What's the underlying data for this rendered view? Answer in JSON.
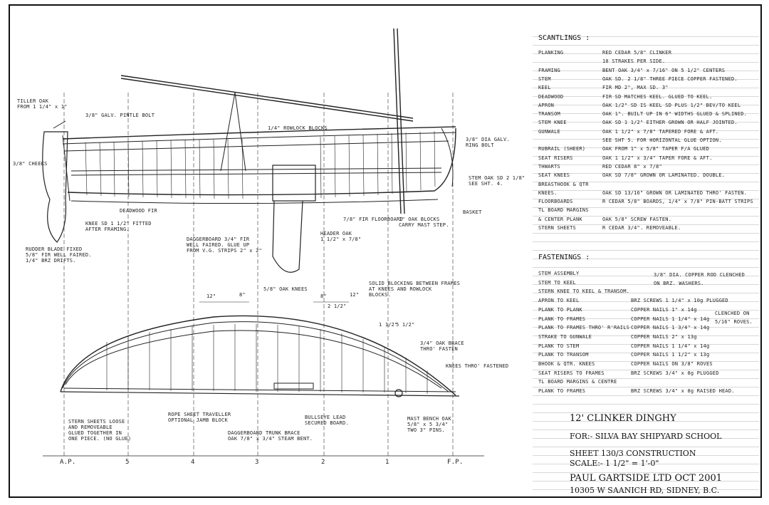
{
  "scantlings": {
    "heading": "SCANTLINGS :",
    "rows": [
      {
        "item": "PLANKING",
        "spec": "RED CEDAR 5/8\" CLINKER"
      },
      {
        "item": "",
        "spec": "10 STRAKES PER SIDE."
      },
      {
        "item": "FRAMING",
        "spec": "BENT OAK 3/4\" x 7/16\" ON 5 1/2\" CENTERS"
      },
      {
        "item": "STEM",
        "spec": "OAK SD. 2 1/8\" THREE PIECE COPPER FASTENED."
      },
      {
        "item": "KEEL",
        "spec": "FIR MD 2\", MAX SD. 3\""
      },
      {
        "item": "DEADWOOD",
        "spec": "FIR SD MATCHES KEEL. GLUED TO KEEL."
      },
      {
        "item": "APRON",
        "spec": "OAK 1/2\" SD IS KEEL SD PLUS 1/2\" BEV/TO KEEL"
      },
      {
        "item": "TRANSOM",
        "spec": "OAK 1\". BUILT UP IN 6\" WIDTHS GLUED & SPLINED."
      },
      {
        "item": "STEM KNEE",
        "spec": "OAK SD 1 1/2\" EITHER GROWN OR HALF JOINTED."
      },
      {
        "item": "GUNWALE",
        "spec": "OAK 1 1/2\" x 7/8\" TAPERED FORE & AFT."
      },
      {
        "item": "",
        "spec": "SEE SHT 5. FOR HORIZONTAL GLUE OPTION."
      },
      {
        "item": "RUBRAIL (SHEER)",
        "spec": "OAK FROM 1\" x 5/8\" TAPER F/A GLUED"
      },
      {
        "item": "SEAT RISERS",
        "spec": "OAK 1 1/2\" x 3/4\" TAPER FORE & AFT."
      },
      {
        "item": "THWARTS",
        "spec": "RED CEDAR 8\" x 7/8\""
      },
      {
        "item": "SEAT KNEES",
        "spec": "OAK SD 7/8\" GROWN OR LAMINATED. DOUBLE."
      },
      {
        "item": "BREASTHOOK & QTR",
        "spec": ""
      },
      {
        "item": "KNEES.",
        "spec": "OAK SD 13/16\" GROWN OR LAMINATED THRO' FASTEN."
      },
      {
        "item": "FLOORBOARDS",
        "spec": "R CEDAR 5/8\" BOARDS, 1/4\" x 7/8\" PIN-BATT STRIPS"
      },
      {
        "item": "TL BOARD MARGINS",
        "spec": ""
      },
      {
        "item": "& CENTER PLANK",
        "spec": "OAK 5/8\" SCREW FASTEN."
      },
      {
        "item": "STERN SHEETS",
        "spec": "R CEDAR 3/4\". REMOVEABLE."
      }
    ]
  },
  "fastenings": {
    "heading": "FASTENINGS :",
    "rows": [
      {
        "item": "STEM ASSEMBLY",
        "spec": ""
      },
      {
        "item": "STEM TO KEEL",
        "spec": ""
      },
      {
        "item": "STERN KNEE TO KEEL & TRANSOM.",
        "spec": ""
      },
      {
        "item": "APRON TO KEEL",
        "spec": "BRZ SCREWS 1 1/4\" x 10g PLUGGED"
      },
      {
        "item": "PLANK TO PLANK",
        "spec": "COPPER NAILS 1\" x 14g"
      },
      {
        "item": "PLANK TO FRAMES",
        "spec": "COPPER NAILS 1 1/4\" x 14g"
      },
      {
        "item": "PLANK TO FRAMES THRO' R'RAILS",
        "spec": "COPPER NAILS 1 3/4\" x 14g"
      },
      {
        "item": "STRAKE TO GUNWALE",
        "spec": "COPPER NAILS 2\" x 13g"
      },
      {
        "item": "PLANK TO STEM",
        "spec": "COPPER NAILS 1 1/4\" x 14g"
      },
      {
        "item": "PLANK TO TRANSOM",
        "spec": "COPPER NAILS 1 1/2\" x 13g"
      },
      {
        "item": "BHOOK & QTR. KNEES",
        "spec": "COPPER NAILS ON 3/8\" ROVES"
      },
      {
        "item": "SEAT RISERS TO FRAMES",
        "spec": "BRZ SCREWS 3/4\" x 8g PLUGGED"
      },
      {
        "item": "TL BOARD MARGINS & CENTRE",
        "spec": ""
      },
      {
        "item": "PLANK TO FRAMES",
        "spec": "BRZ SCREWS 3/4\" x 8g RAISED HEAD."
      }
    ],
    "stem_note_1": "3/8\" DIA. COPPER ROD CLENCHED",
    "stem_note_2": "ON BRZ. WASHERS.",
    "clench_note_1": "CLENCHED ON",
    "clench_note_2": "5/16\" ROVES."
  },
  "title_block": {
    "boat": "12' CLINKER DINGHY",
    "for": "FOR:- SILVA BAY SHIPYARD SCHOOL",
    "sheet": "SHEET 130/3 CONSTRUCTION",
    "scale": "SCALE:- 1 1/2\" = 1'-0\"",
    "designer": "PAUL GARTSIDE LTD OCT 2001",
    "address": "10305 W SAANICH RD, SIDNEY, B.C."
  },
  "profile_labels": {
    "tiller": "TILLER OAK",
    "tiller_2": "FROM 1 1/4\" x 1\"",
    "pintle": "3/8\" GALV. PINTLE BOLT",
    "cheeks": "3/8\" CHEEKS",
    "rowlock_blocks": "1/4\" ROWLOCK BLOCKS",
    "ringbolt": "3/8\" DIA GALV.",
    "ringbolt_2": "RING BOLT",
    "stem": "STEM OAK SD 2 1/8\"",
    "stem_2": "SEE SHT. 4.",
    "deadwood": "DEADWOOD FIR",
    "knee": "KNEE SD 1 1/2\" FITTED",
    "knee_2": "AFTER FRAMING.",
    "daggerboard": "DAGGERBOARD 3/4\" FIR",
    "daggerboard_2": "WELL FAIRED. GLUE UP",
    "daggerboard_3": "FROM V.G. STRIPS 2\" x 2\"",
    "header": "HEADER OAK",
    "header_2": "1 1/2\" x 7/8\"",
    "fir_floorboard": "7/8\" FIR FLOORBOARD",
    "mast_step": "1\" OAK BLOCKS",
    "mast_step_2": "CARRY MAST STEP.",
    "rudder": "RUDDER BLADE FIXED",
    "rudder_2": "5/8\" FIR WELL FAIRED.",
    "rudder_3": "1/4\" BRZ DRIFTS.",
    "basket": "BASKET"
  },
  "plan_labels": {
    "oak_knees": "5/8\" OAK KNEES",
    "solid_blocking": "SOLID BLOCKING BETWEEN FRAMES",
    "solid_blocking_2": "AT KNEES AND ROWLOCK",
    "solid_blocking_3": "BLOCKS.",
    "oak_brace": "3/4\" OAK BRACE",
    "oak_brace_2": "THRO' FASTEN",
    "knees_thro": "KNEES THRO' FASTENED",
    "stern_sheets": "STERN SHEETS LOOSE",
    "stern_sheets_2": "AND REMOVEABLE",
    "stern_sheets_3": "GLUED TOGETHER IN",
    "stern_sheets_4": "ONE PIECE. (NO GLUE)",
    "rope_sheet": "ROPE SHEET TRAVELLER",
    "rope_sheet_2": "OPTIONAL JAMB BLOCK",
    "bullseye": "BULLSEYE LEAD",
    "bullseye_2": "SECURED BOARD.",
    "trunk_brace": "DAGGERBOARD TRUNK BRACE",
    "trunk_brace_2": "OAK 7/8\" x 3/4\" STEAM BENT.",
    "mast_bench": "MAST BENCH OAK",
    "mast_bench_2": "5/8\" x 5 3/4\"",
    "mast_bench_3": "TWO 3\" PINS."
  },
  "dimensions": [
    "12\"",
    "8\"",
    "8\"",
    "12\"",
    "2 1/2\"",
    "1 1/2\"",
    "5 1/2\""
  ],
  "stations": [
    "A.P.",
    "5",
    "4",
    "3",
    "2",
    "1",
    "F.P."
  ]
}
